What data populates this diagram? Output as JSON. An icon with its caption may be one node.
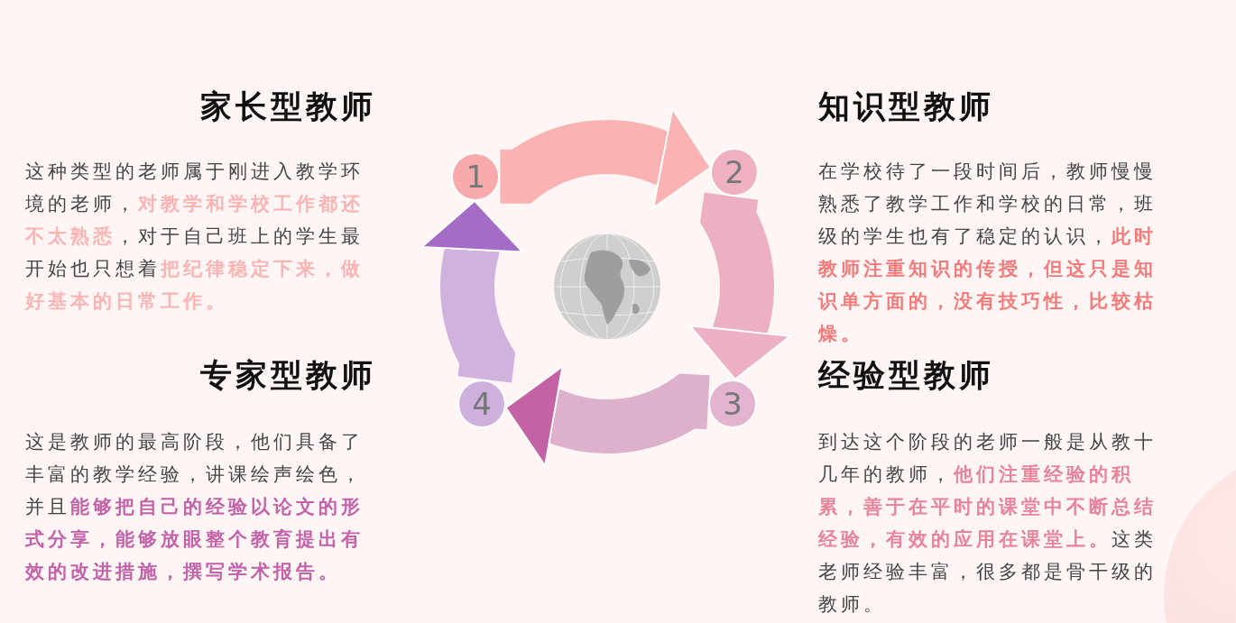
{
  "diagram": {
    "nodes": [
      {
        "text": [
          "1"
        ],
        "beside": [
          "家长型教师",
          "这种类型的老师属于刚进入教学环境的老师，**对教学和学校工作都还不太熟悉**，对于自己班上的学生最开始也只想着**把纪律稳定下来，做好基本的日常工作。**"
        ]
      },
      {
        "text": [
          "2"
        ],
        "beside": [
          "知识型教师",
          "在学校待了一段时间后，教师慢慢熟悉了教学工作和学校的日常，班级的学生也有了稳定的认识，**此时教师注重知识的传授，但这只是知识单方面的，没有技巧性，比较枯燥。**"
        ]
      },
      {
        "text": [
          "3"
        ],
        "beside": [
          "经验型教师",
          "到达这个阶段的老师一般是从教十几年的教师，**他们注重经验的积累，善于在平时的课堂中不断总结经验，有效的应用在课堂上。**这类老师经验丰富，很多都是骨干级的教师。"
        ]
      },
      {
        "text": [
          "4"
        ],
        "beside": [
          "专家型教师",
          "这是教师的最高阶段，他们具备了丰富的教学经验，讲课绘声绘色，并且**能够把自己的经验以论文的形式分享，能够放眼整个教育提出有效的改进措施，撰写学术报告。**"
        ]
      }
    ],
    "edges": [
      {
        "from": 0,
        "to": 1,
        "arrow": "to",
        "color": "#fbb2b2"
      },
      {
        "from": 1,
        "to": 2,
        "arrow": "to",
        "color": "#ecb0c2"
      },
      {
        "from": 2,
        "to": 3,
        "arrow": "to",
        "color": "#ddb0cc"
      },
      {
        "from": 3,
        "to": 0,
        "arrow": "to",
        "color": "#cfb2de"
      }
    ]
  }
}
